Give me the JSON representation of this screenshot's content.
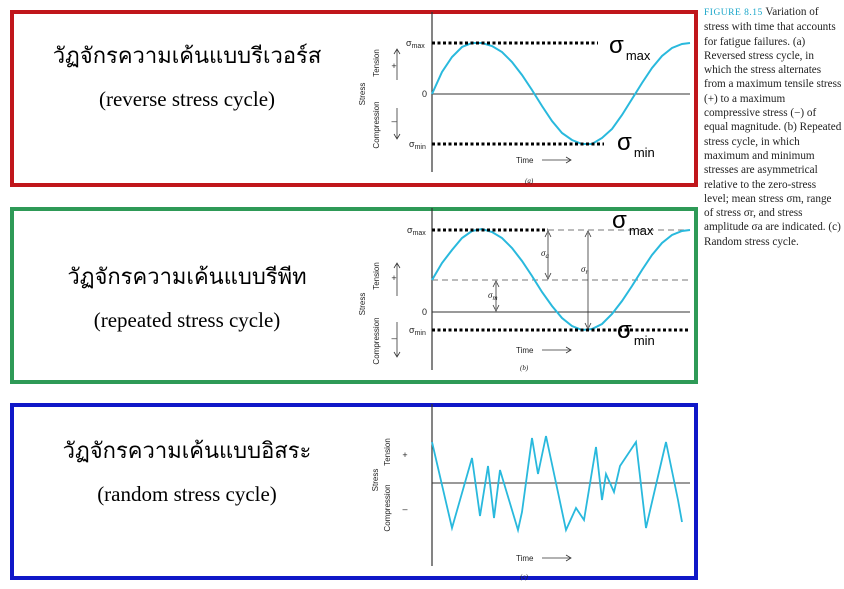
{
  "panels": [
    {
      "title_thai": "วัฏจักรความเค้นแบบรีเวอร์ส",
      "title_en": "(reverse stress cycle)",
      "border_color": "#c0161b"
    },
    {
      "title_thai": "วัฏจักรความเค้นแบบรีพีท",
      "title_en": "(repeated stress cycle)",
      "border_color": "#2e9a57"
    },
    {
      "title_thai": "วัฏจักรความเค้นแบบอิสระ",
      "title_en": "(random stress cycle)",
      "border_color": "#1018c8"
    }
  ],
  "overlay": {
    "sigma": "σ",
    "max_sub": "max",
    "min_sub": "min"
  },
  "graph": {
    "stress": "Stress",
    "tension": "Tension",
    "compression": "Compression",
    "plus": "+",
    "minus": "–",
    "zero": "0",
    "time": "Time",
    "smax": "σ",
    "smax_sub": "max",
    "smin": "σ",
    "smin_sub": "min",
    "sa": "σ",
    "sa_sub": "a",
    "sm": "σ",
    "sm_sub": "m",
    "sr": "σ",
    "sr_sub": "r",
    "tag_a": "(a)",
    "tag_b": "(b)",
    "tag_c": "(c)",
    "curve_color": "#29b9dd"
  },
  "caption": {
    "fig": "FIGURE 8.15",
    "text": "Variation of stress with time that accounts for fatigue failures. (a) Reversed stress cycle, in which the stress alternates from a maximum tensile stress (+) to a maximum compressive stress (−) of equal magnitude. (b) Repeated stress cycle, in which maximum and minimum stresses are asymmetrical relative to the zero-stress level; mean stress σm, range of stress σr, and stress amplitude σa are indicated. (c) Random stress cycle."
  }
}
